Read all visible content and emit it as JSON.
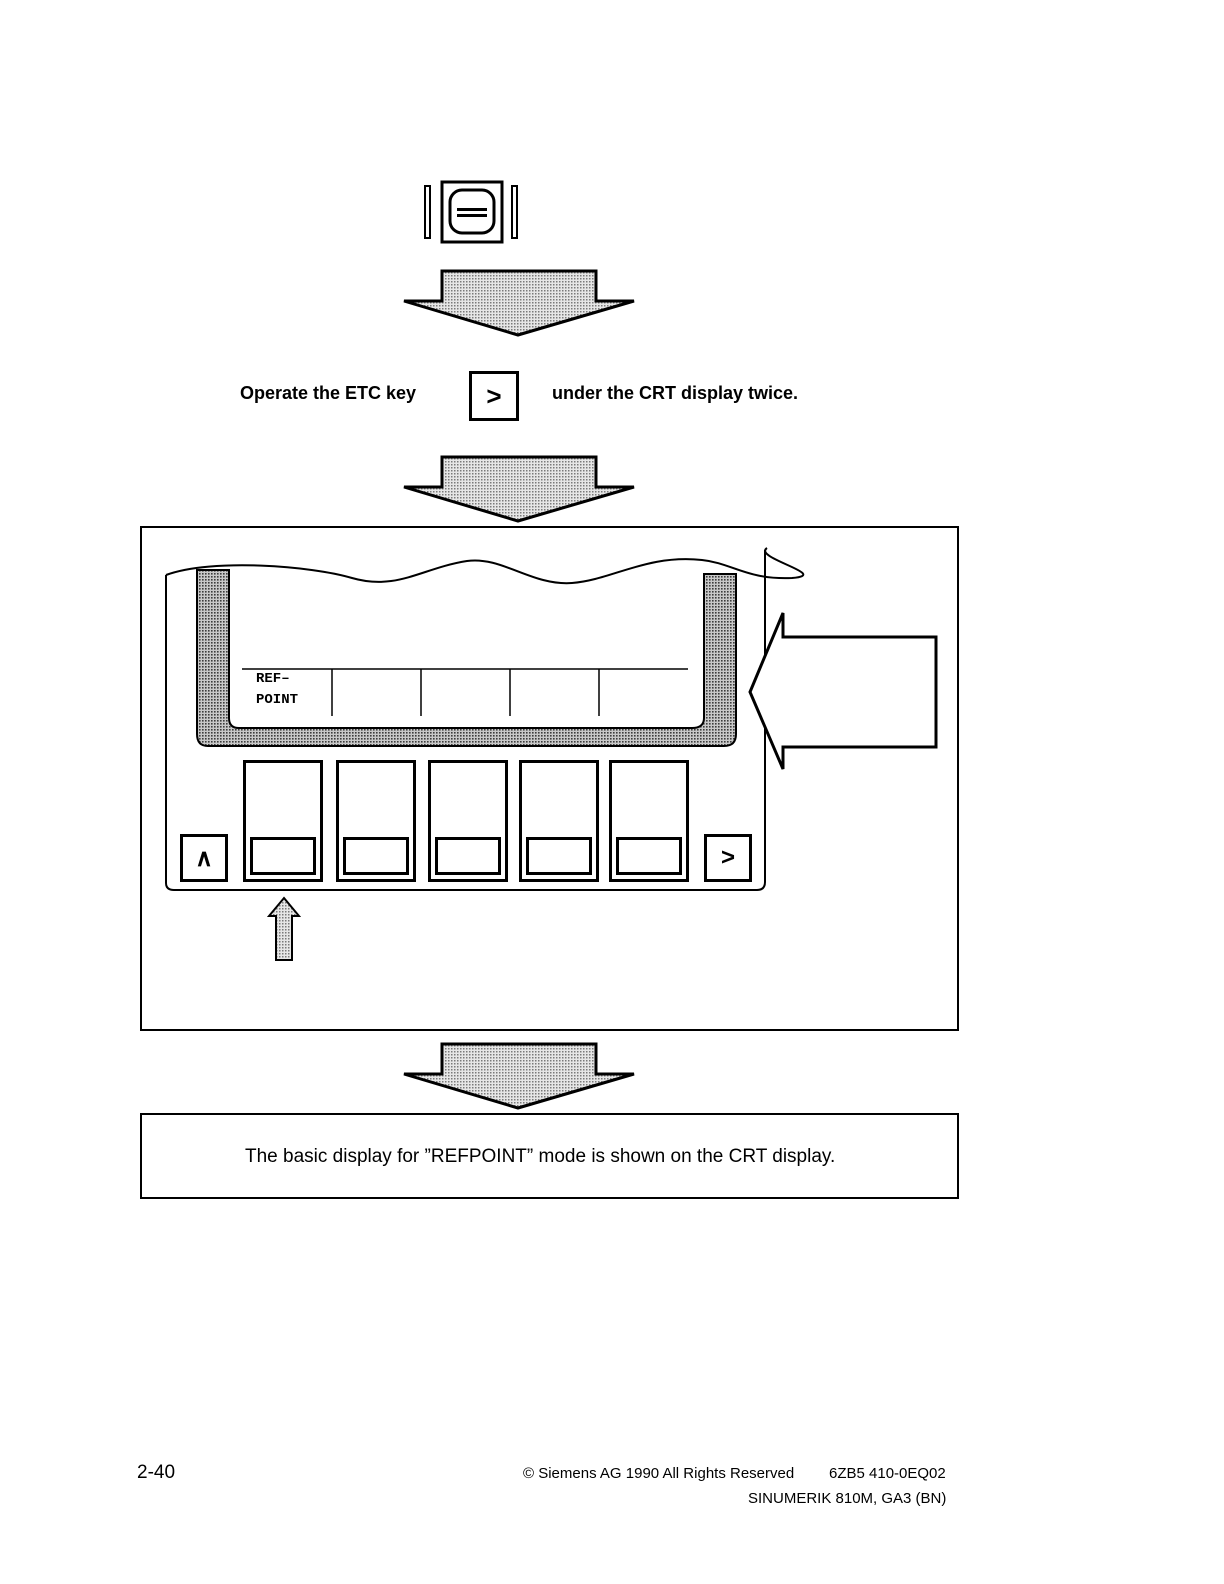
{
  "instruction": {
    "before_key": "Operate the ETC key",
    "key_symbol": ">",
    "after_key": "under the CRT display twice."
  },
  "screen": {
    "softkeys": [
      {
        "line1": "REF–",
        "line2": "POINT"
      },
      {
        "line1": "",
        "line2": ""
      },
      {
        "line1": "",
        "line2": ""
      },
      {
        "line1": "",
        "line2": ""
      },
      {
        "line1": "",
        "line2": ""
      }
    ],
    "recall_key_symbol": "∧",
    "etc_key_symbol": ">"
  },
  "result": {
    "text": "The basic display for ”REFPOINT” mode is shown on the CRT display."
  },
  "footer": {
    "page_number": "2-40",
    "copyright": "© Siemens AG 1990 All Rights Reserved",
    "order_number": "6ZB5 410-0EQ02",
    "manual": "SINUMERIK 810M, GA3 (BN)"
  },
  "icons": [
    "crt-monitor-key-icon",
    "down-arrow-icon",
    "left-arrow-icon",
    "up-arrow-icon"
  ],
  "colors": {
    "ink": "#000000",
    "hatch": "#b8b8b8",
    "paper": "#ffffff"
  }
}
